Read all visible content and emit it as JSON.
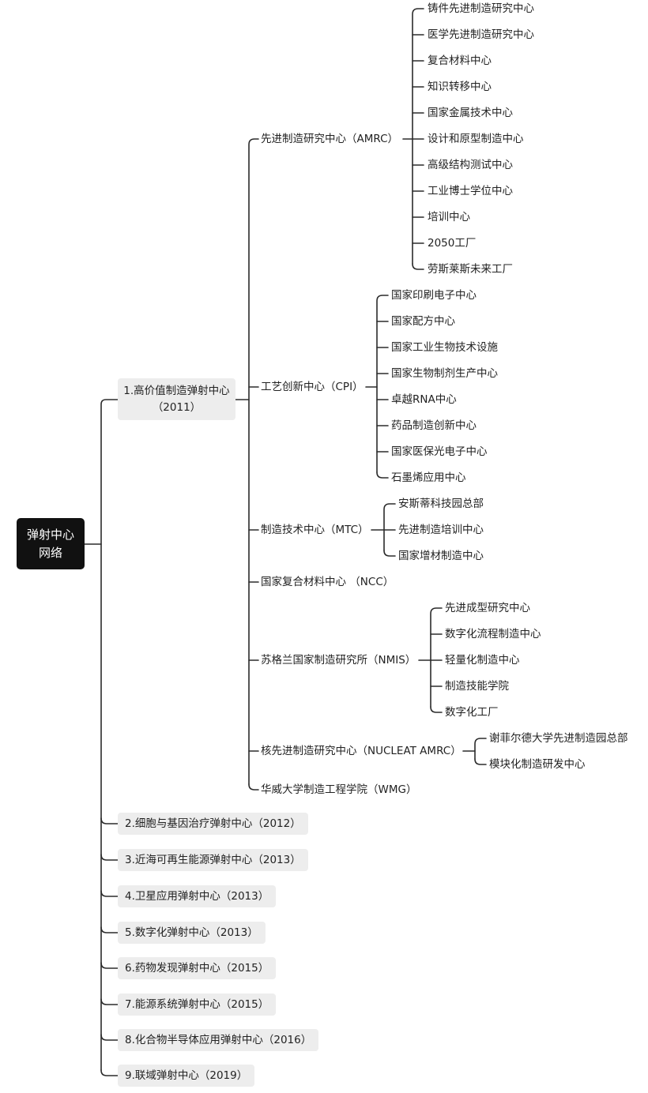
{
  "root": {
    "line1": "弹射中心",
    "line2": "网络"
  },
  "level1": {
    "main": {
      "line1": "1.高价值制造弹射中心",
      "line2": "（2011）"
    },
    "others": [
      "2.细胞与基因治疗弹射中心（2012）",
      "3.近海可再生能源弹射中心（2013）",
      "4.卫星应用弹射中心（2013）",
      "5.数字化弹射中心（2013）",
      "6.药物发现弹射中心（2015）",
      "7.能源系统弹射中心（2015）",
      "8.化合物半导体应用弹射中心（2016）",
      "9.联域弹射中心（2019）"
    ]
  },
  "branches": [
    {
      "label": "先进制造研究中心（AMRC）",
      "children": [
        "铸件先进制造研究中心",
        "医学先进制造研究中心",
        "复合材料中心",
        "知识转移中心",
        "国家金属技术中心",
        "设计和原型制造中心",
        "高级结构测试中心",
        "工业博士学位中心",
        "培训中心",
        "2050工厂",
        "劳斯莱斯未来工厂"
      ]
    },
    {
      "label": "工艺创新中心（CPI）",
      "children": [
        "国家印刷电子中心",
        "国家配方中心",
        "国家工业生物技术设施",
        "国家生物制剂生产中心",
        "卓越RNA中心",
        "药品制造创新中心",
        "国家医保光电子中心",
        "石墨烯应用中心"
      ]
    },
    {
      "label": "制造技术中心（MTC）",
      "children": [
        "安斯蒂科技园总部",
        "先进制造培训中心",
        "国家增材制造中心"
      ]
    },
    {
      "label": "国家复合材料中心 （NCC）",
      "children": []
    },
    {
      "label": "苏格兰国家制造研究所（NMIS）",
      "children": [
        "先进成型研究中心",
        "数字化流程制造中心",
        "轻量化制造中心",
        "制造技能学院",
        "数字化工厂"
      ]
    },
    {
      "label": "核先进制造研究中心（NUCLEAT AMRC）",
      "children": [
        "谢菲尔德大学先进制造园总部",
        "模块化制造研发中心"
      ]
    },
    {
      "label": "华威大学制造工程学院（WMG）",
      "children": []
    }
  ]
}
